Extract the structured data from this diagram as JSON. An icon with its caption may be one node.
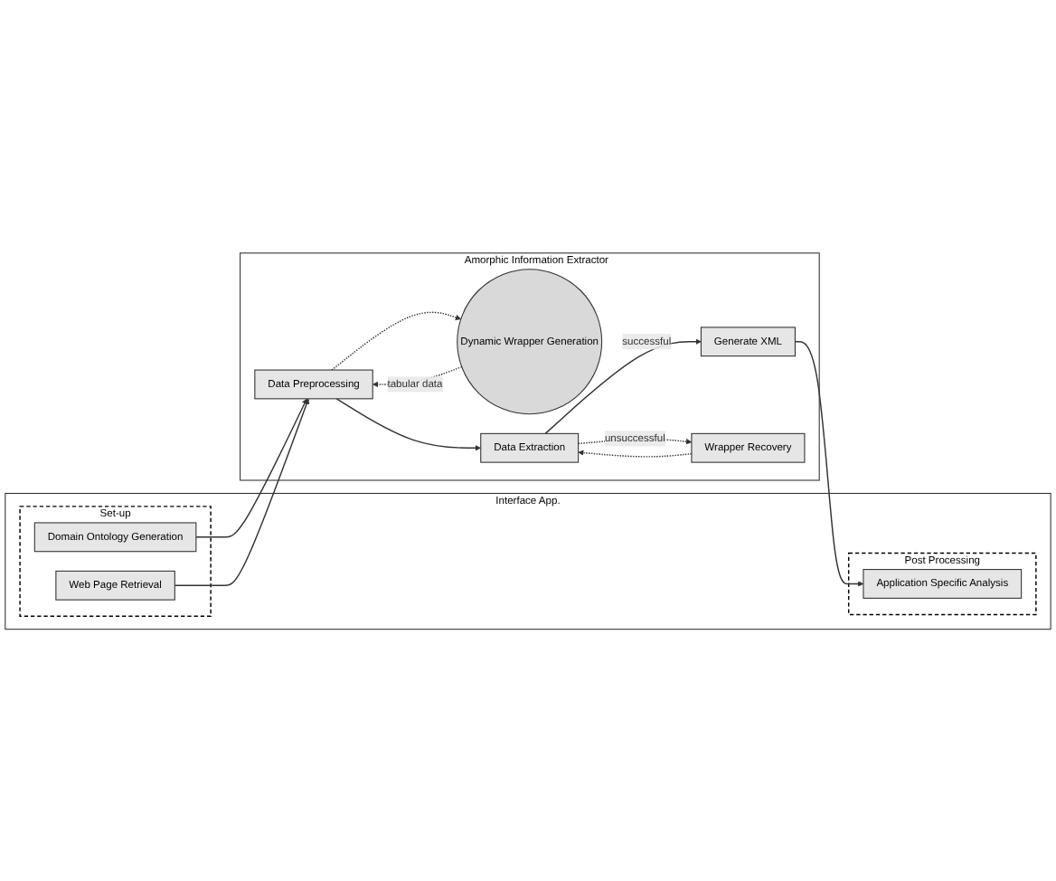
{
  "diagram": {
    "nodes": [
      {
        "text": [
          "Interface App."
        ]
      },
      {
        "text": [
          "Set-up"
        ],
        "in": 0
      },
      {
        "text": [
          "Domain Ontology Generation"
        ],
        "in": 1
      },
      {
        "text": [
          "Web Page Retrieval"
        ],
        "in": 1
      },
      {
        "text": [
          "Post Processing"
        ],
        "in": 0
      },
      {
        "text": [
          "Application Specific Analysis"
        ],
        "in": 4
      },
      {
        "text": [
          "Amorphic Information Extractor"
        ]
      },
      {
        "text": [
          "Dynamic Wrapper Generation"
        ],
        "in": 6
      },
      {
        "text": [
          "Data Preprocessing"
        ],
        "in": 6
      },
      {
        "text": [
          "Data Extraction"
        ],
        "in": 6
      },
      {
        "text": [
          "Generate XML"
        ],
        "in": 6
      },
      {
        "text": [
          "Wrapper Recovery"
        ],
        "in": 6
      }
    ],
    "edges": [
      {
        "from": 2,
        "to": 8,
        "arrow": "to"
      },
      {
        "from": 3,
        "to": 8,
        "arrow": "to"
      },
      {
        "from": 8,
        "to": 7,
        "arrow": "to",
        "style": "dashed"
      },
      {
        "from": 7,
        "to": 8,
        "arrow": "to",
        "style": "dashed",
        "label": "tabular data"
      },
      {
        "from": 8,
        "to": 9,
        "arrow": "to"
      },
      {
        "from": 9,
        "to": 10,
        "arrow": "to",
        "label": "successful"
      },
      {
        "from": 9,
        "to": 11,
        "arrow": "to",
        "style": "dashed",
        "label": "unsuccessful"
      },
      {
        "from": 11,
        "to": 9,
        "arrow": "to",
        "style": "dashed"
      },
      {
        "from": 10,
        "to": 5,
        "arrow": "to"
      }
    ]
  }
}
